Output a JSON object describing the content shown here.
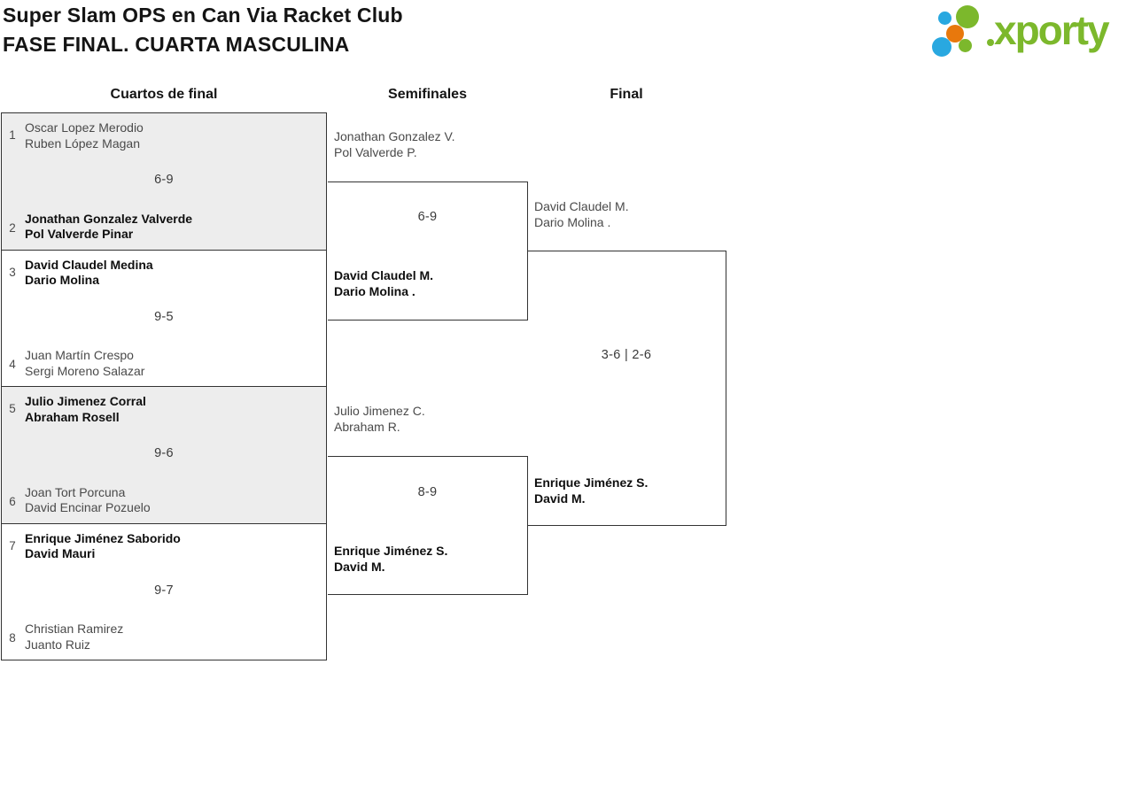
{
  "header": {
    "title_line1": "Super Slam OPS en Can Via Racket Club",
    "title_line2": "FASE FINAL. CUARTA MASCULINA"
  },
  "logo": {
    "wordmark": "xporty",
    "colors": {
      "green": "#7cb82c",
      "blue": "#29a8e0",
      "orange": "#e8780c"
    }
  },
  "bracket": {
    "rounds": [
      {
        "name": "Cuartos de final",
        "matches": [
          {
            "seed_a": "1",
            "team_a": [
              "Oscar Lopez Merodio",
              "Ruben López Magan"
            ],
            "seed_b": "2",
            "team_b": [
              "Jonathan Gonzalez Valverde",
              "Pol Valverde Pinar"
            ],
            "score": "6-9",
            "winner": "b"
          },
          {
            "seed_a": "3",
            "team_a": [
              "David Claudel Medina",
              "Dario Molina"
            ],
            "seed_b": "4",
            "team_b": [
              "Juan Martín Crespo",
              "Sergi Moreno Salazar"
            ],
            "score": "9-5",
            "winner": "a"
          },
          {
            "seed_a": "5",
            "team_a": [
              "Julio Jimenez Corral",
              "Abraham Rosell"
            ],
            "seed_b": "6",
            "team_b": [
              "Joan Tort Porcuna",
              "David Encinar Pozuelo"
            ],
            "score": "9-6",
            "winner": "a"
          },
          {
            "seed_a": "7",
            "team_a": [
              "Enrique Jiménez Saborido",
              "David Mauri"
            ],
            "seed_b": "8",
            "team_b": [
              "Christian Ramirez",
              "Juanto Ruiz"
            ],
            "score": "9-7",
            "winner": "a"
          }
        ]
      },
      {
        "name": "Semifinales",
        "matches": [
          {
            "team_a": [
              "Jonathan Gonzalez V.",
              "Pol Valverde P."
            ],
            "team_b": [
              "David Claudel M.",
              "Dario Molina ."
            ],
            "score": "6-9",
            "winner": "b"
          },
          {
            "team_a": [
              "Julio Jimenez C.",
              "Abraham R."
            ],
            "team_b": [
              "Enrique Jiménez S.",
              "David M."
            ],
            "score": "8-9",
            "winner": "b"
          }
        ]
      },
      {
        "name": "Final",
        "matches": [
          {
            "team_a": [
              "David Claudel M.",
              "Dario Molina ."
            ],
            "team_b": [
              "Enrique Jiménez S.",
              "David M."
            ],
            "score": "3-6 | 2-6",
            "winner": "b"
          }
        ]
      }
    ]
  }
}
